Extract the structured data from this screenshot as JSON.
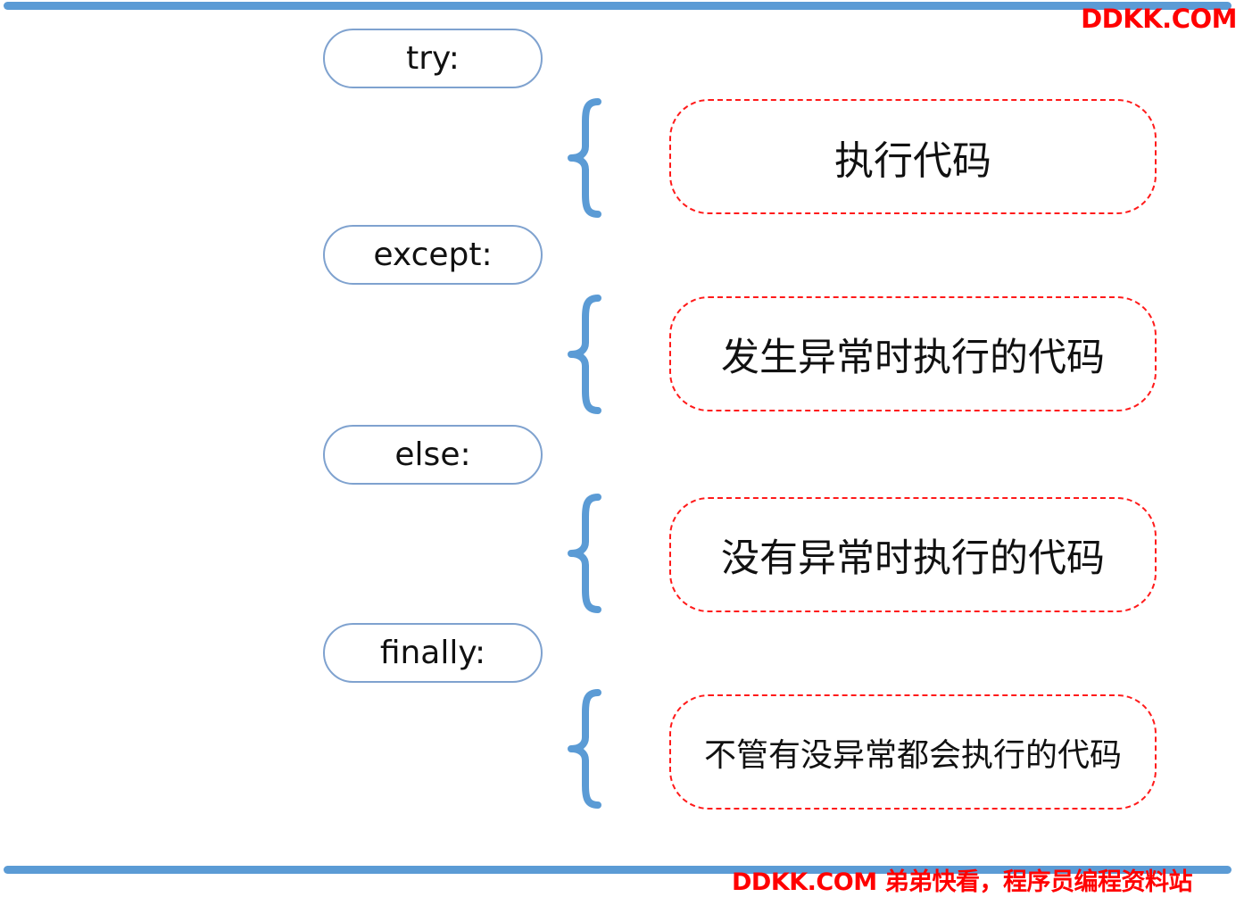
{
  "watermark": {
    "top": "DDKK.COM",
    "bottom": "DDKK.COM 弟弟快看，程序员编程资料站"
  },
  "blocks": [
    {
      "keyword": "try:",
      "description": "执行代码"
    },
    {
      "keyword": "except:",
      "description": "发生异常时执行的代码"
    },
    {
      "keyword": "else:",
      "description": "没有异常时执行的代码"
    },
    {
      "keyword": "finally:",
      "description": "不管有没异常都会执行的代码"
    }
  ],
  "colors": {
    "rule": "#5b9bd5",
    "keyword_border": "#7fa2cf",
    "brace": "#5b9bd5",
    "desc_border": "#ff1a1a",
    "watermark": "#ff0000"
  }
}
